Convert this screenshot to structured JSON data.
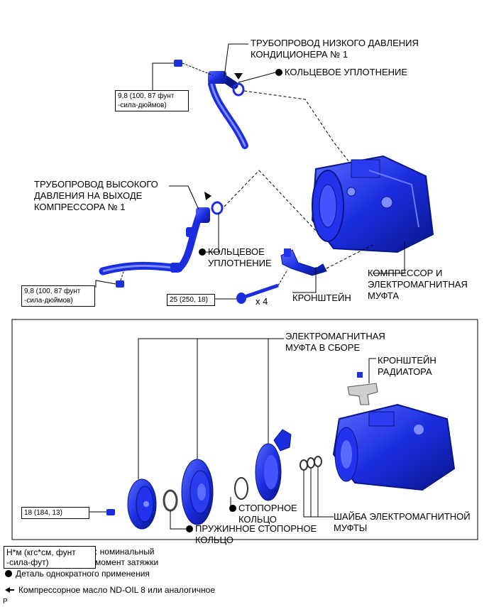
{
  "upper": {
    "low_pressure_pipe": "ТРУБОПРОВОД НИЗКОГО ДАВЛЕНИЯ\nКОНДИЦИОНЕРА № 1",
    "o_ring_1": "КОЛЬЦЕВОЕ УПЛОТНЕНИЕ",
    "torque_1": "9,8 (100, 87 фунт\n-сила-дюймов)",
    "high_pressure_pipe": "ТРУБОПРОВОД ВЫСОКОГО\nДАВЛЕНИЯ НА ВЫХОДЕ\nКОМПРЕССОРА № 1",
    "o_ring_2": "КОЛЬЦЕВОЕ\nУПЛОТНЕНИЕ",
    "torque_2": "9,8 (100, 87 фунт\n-сила-дюймов)",
    "torque_3": "25 (250, 18)",
    "qty": "x 4",
    "bracket": "КРОНШТЕЙН",
    "compressor": "КОМПРЕССОР И\nЭЛЕКТРОМАГНИТНАЯ\nМУФТА"
  },
  "lower": {
    "clutch_assembly": "ЭЛЕКТРОМАГНИТНАЯ\nМУФТА В СБОРЕ",
    "radiator_bracket": "КРОНШТЕЙН\nРАДИАТОРА",
    "torque_4": "18 (184, 13)",
    "snap_ring": "СТОПОРНОЕ\nКОЛЬЦО",
    "shim": "ШАЙБА ЭЛЕКТРОМАГНИТНОЙ\nМУФТЫ",
    "spring_snap_ring": "ПРУЖИННОЕ СТОПОРНОЕ\nКОЛЬЦО"
  },
  "legend": {
    "torque_box": "Н*м (кгс*см, фунт\n-сила-фут)",
    "torque_text": ": номинальный\nмомент затяжки",
    "non_reusable": "Деталь однократного применения",
    "oil": "Компрессорное масло ND-OIL 8 или аналогичное"
  },
  "footer": {
    "code": "P"
  },
  "colors": {
    "part_blue": "#1a2ee0",
    "part_dark": "#0a158a",
    "line": "#000000"
  }
}
